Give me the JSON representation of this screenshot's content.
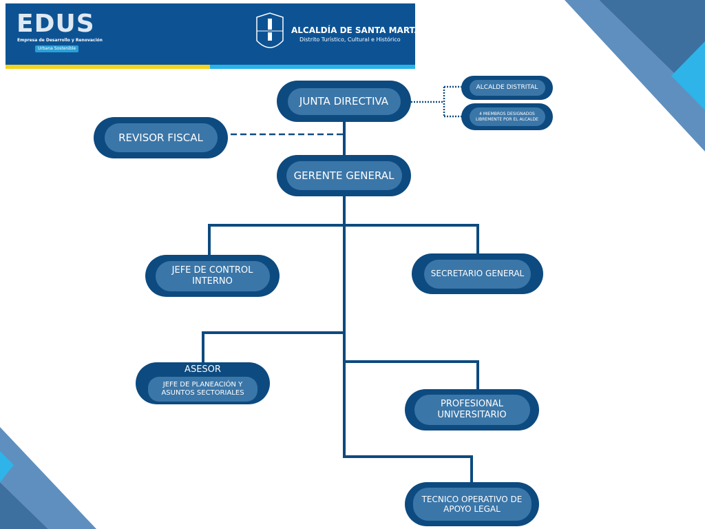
{
  "header": {
    "edus_logo": "EDUS",
    "edus_subtitle": "Empresa de Desarrollo y Renovación",
    "edus_badge": "Urbana Sostenible",
    "city_title": "ALCALDÍA DE SANTA MARTA",
    "city_subtitle": "Distrito Turístico, Cultural e Histórico"
  },
  "nodes": {
    "junta": "JUNTA DIRECTIVA",
    "alcalde": "ALCALDE DISTRITAL",
    "miembros": "4 MIEMBROS DESIGNADOS LIBREMENTE POR EL ALCALDE",
    "revisor": "REVISOR FISCAL",
    "gerente": "GERENTE GENERAL",
    "control": "JEFE DE CONTROL INTERNO",
    "secretario": "SECRETARIO GENERAL",
    "asesor": "ASESOR",
    "planeacion": "JEFE DE PLANEACIÓN Y ASUNTOS SECTORIALES",
    "profesional": "PROFESIONAL UNIVERSITARIO",
    "tecnico": "TECNICO OPERATIVO DE APOYO LEGAL"
  },
  "colors": {
    "node_outer": "#0d4a7f",
    "node_inner": "#3b76a8",
    "header": "#0d5394"
  }
}
